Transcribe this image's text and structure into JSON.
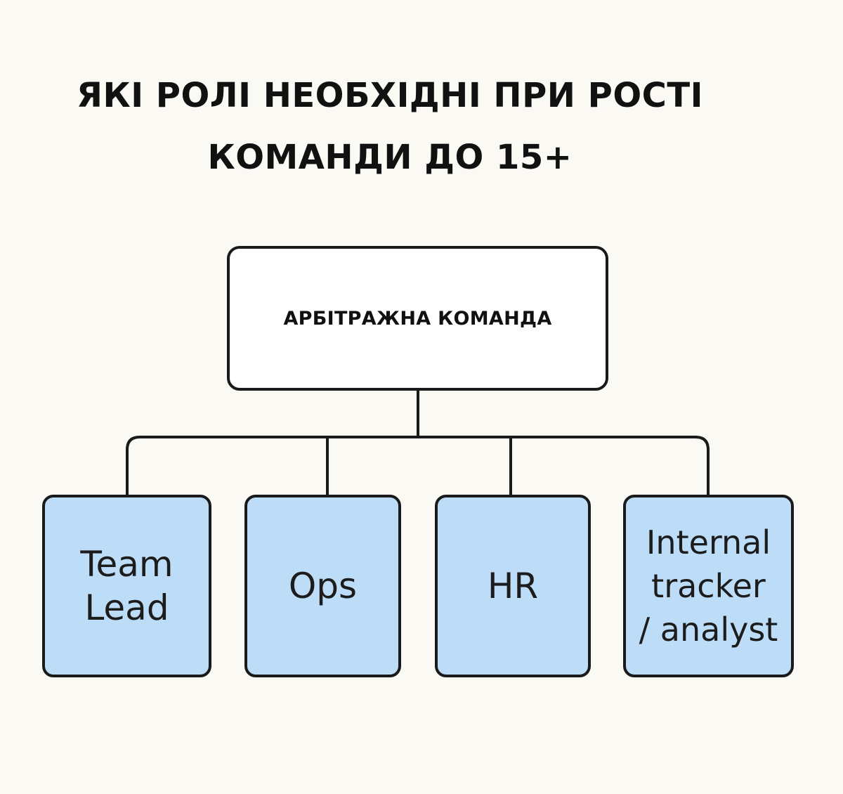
{
  "title": {
    "line1": "ЯКІ РОЛІ НЕОБХІДНІ ПРИ РОСТІ",
    "line2": "КОМАНДИ ДО 15+"
  },
  "diagram": {
    "root": {
      "label": "АРБІТРАЖНА КОМАНДА",
      "fill": "#ffffff"
    },
    "children_fill": "#bcdcf8",
    "line_color": "#1a1a1a",
    "children": [
      {
        "label": "Team\nLead"
      },
      {
        "label": "Ops"
      },
      {
        "label": "HR"
      },
      {
        "label": "Internal\ntracker\n/ analyst"
      }
    ]
  }
}
